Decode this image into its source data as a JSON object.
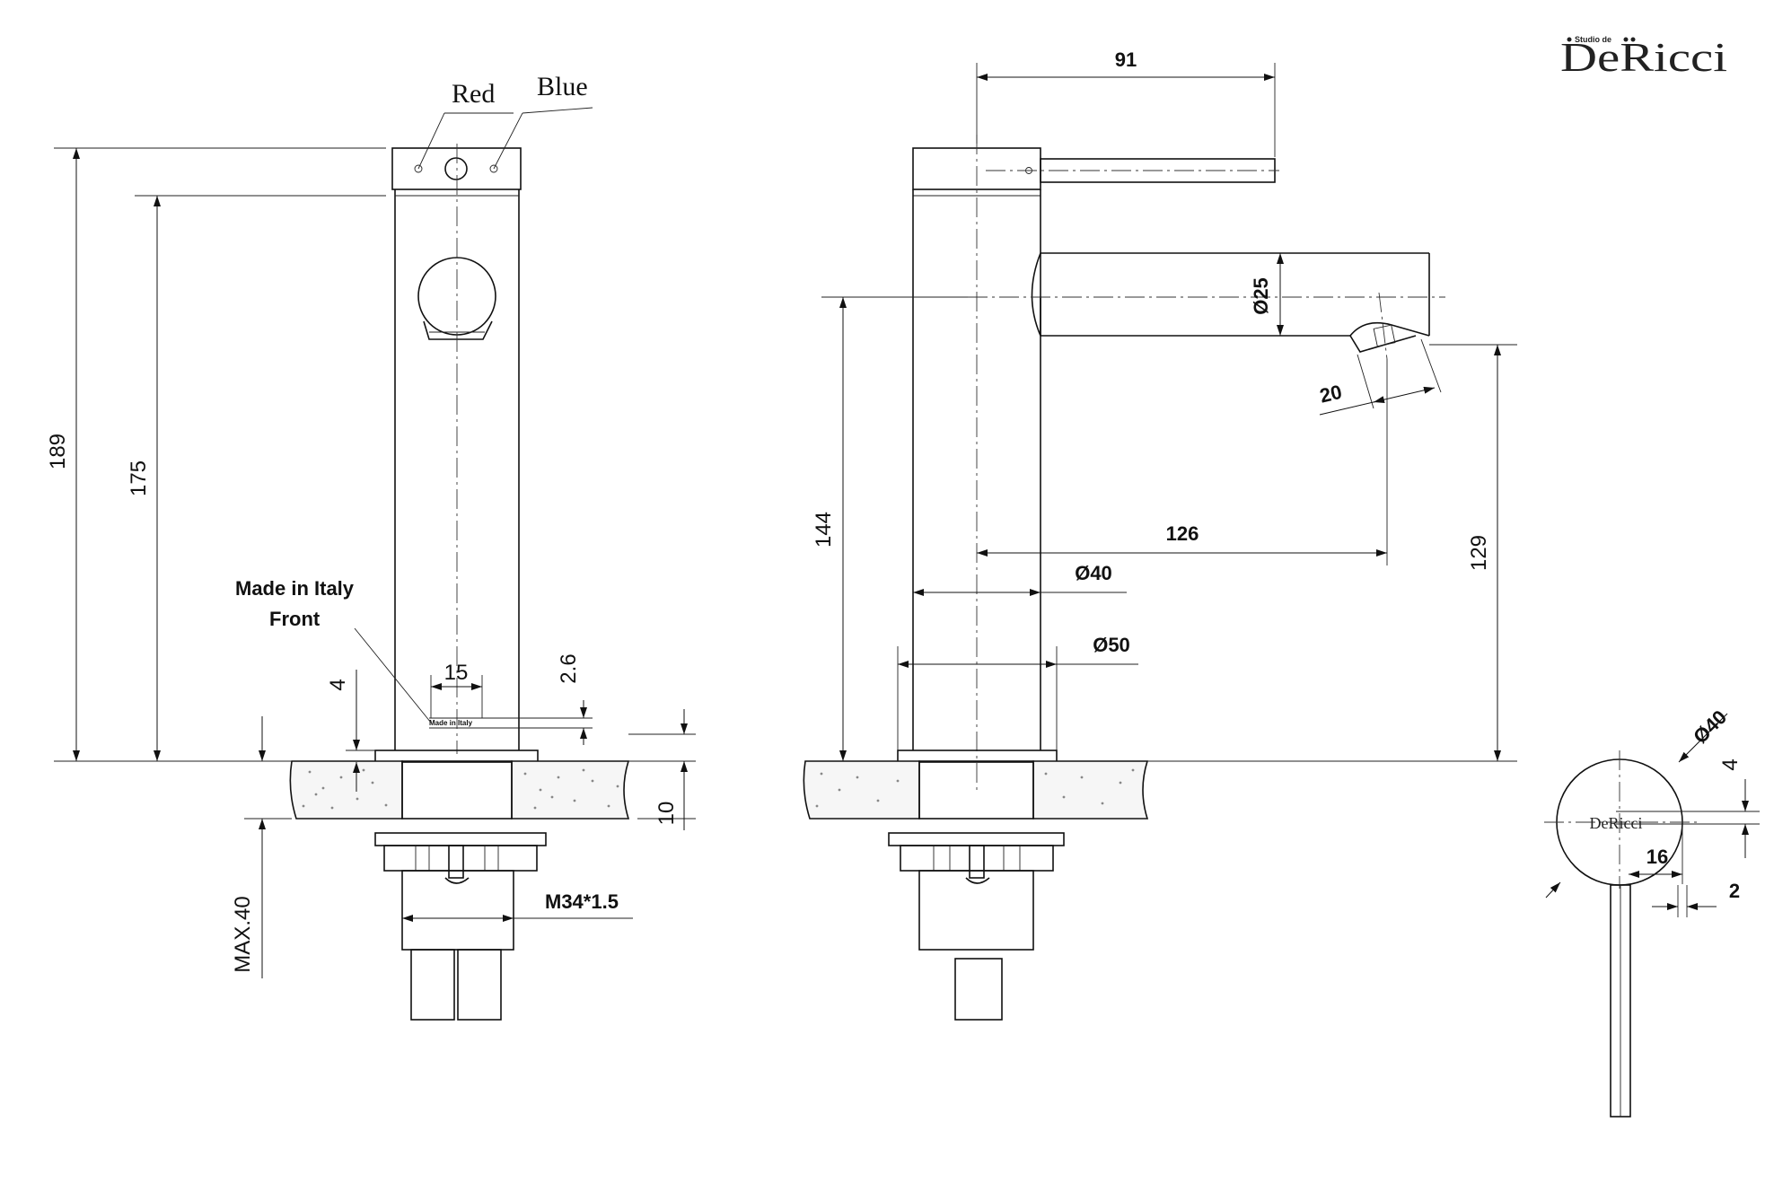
{
  "brand": {
    "name": "DeRicci",
    "tagline": "Studio de"
  },
  "front_view": {
    "hot_label": "Red",
    "cold_label": "Blue",
    "dim_total_height": "189",
    "dim_body_height": "175",
    "marking_note_line1": "Made in Italy",
    "marking_note_line2": "Front",
    "marking_text": "Made in Italy",
    "dim_marking_width": "15",
    "dim_marking_height": "2.6",
    "dim_base_ring": "4",
    "dim_base_height": "10",
    "dim_max_deck": "MAX.40",
    "dim_thread": "M34*1.5"
  },
  "side_view": {
    "dim_lever_length": "91",
    "dim_spout_diameter": "Ø25",
    "dim_spout_height": "144",
    "dim_aerator": "20",
    "dim_spout_reach": "126",
    "dim_body_diameter": "Ø40",
    "dim_base_diameter": "Ø50",
    "dim_outlet_height": "129"
  },
  "top_view": {
    "dim_handle_diameter": "Ø40",
    "dim_logo_height": "4",
    "dim_logo_width": "16",
    "dim_lever_offset": "2",
    "logo_text": "DeRicci"
  }
}
